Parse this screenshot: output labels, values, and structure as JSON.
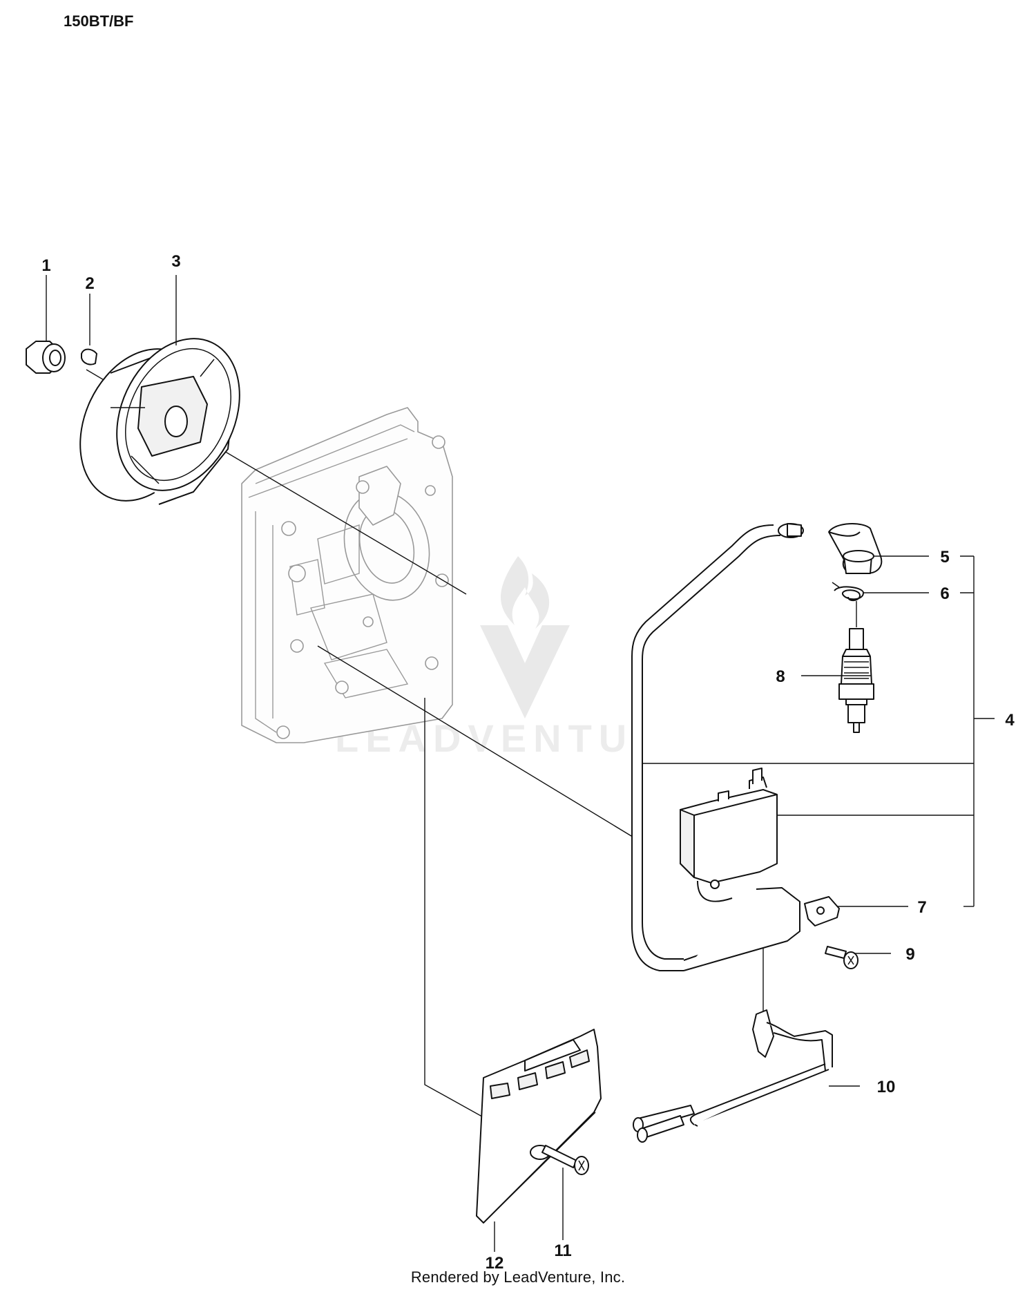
{
  "diagram": {
    "model_title": "150BT/BF",
    "watermark_brand": "LEADVENTURE",
    "footer_credit": "Rendered by LeadVenture, Inc."
  },
  "callouts": [
    {
      "id": "1",
      "label": "1"
    },
    {
      "id": "2",
      "label": "2"
    },
    {
      "id": "3",
      "label": "3"
    },
    {
      "id": "4",
      "label": "4"
    },
    {
      "id": "5",
      "label": "5"
    },
    {
      "id": "6",
      "label": "6"
    },
    {
      "id": "7",
      "label": "7"
    },
    {
      "id": "8",
      "label": "8"
    },
    {
      "id": "9",
      "label": "9"
    },
    {
      "id": "10",
      "label": "10"
    },
    {
      "id": "11",
      "label": "11"
    },
    {
      "id": "12",
      "label": "12"
    }
  ]
}
